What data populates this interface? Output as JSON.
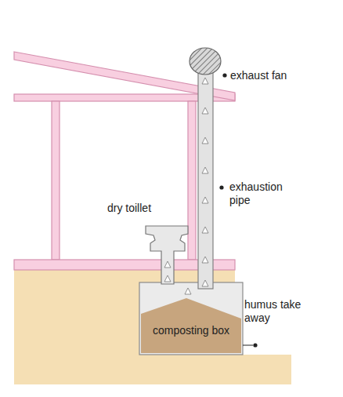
{
  "diagram": {
    "nodes": [
      {
        "text": [
          "composting box"
        ]
      }
    ],
    "labels": [
      "exhaust fan",
      "exhaustion pipe",
      "dry toillet",
      "humus take away"
    ]
  }
}
